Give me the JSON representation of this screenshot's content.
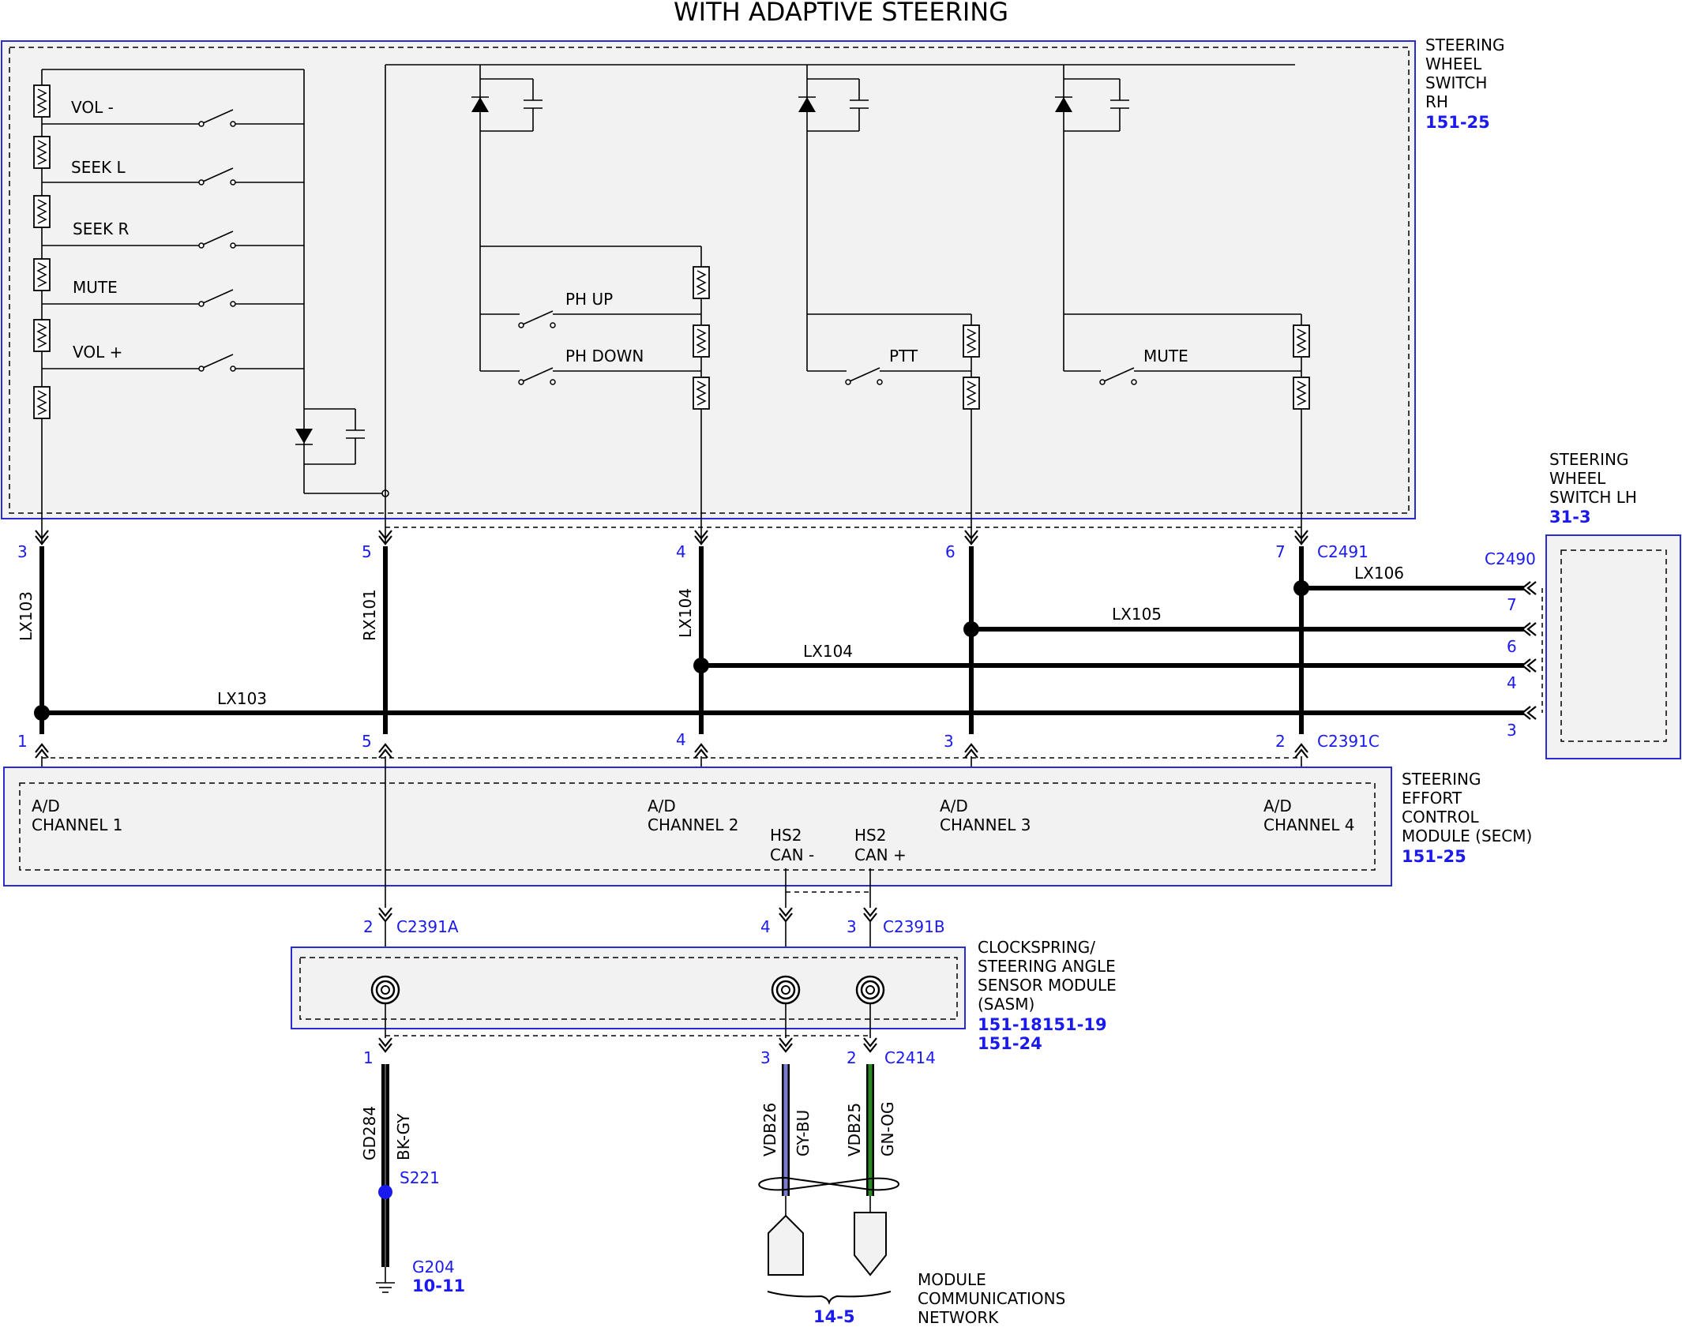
{
  "title": "WITH ADAPTIVE STEERING",
  "steering_wheel_switch_rh": {
    "name": [
      "STEERING",
      "WHEEL",
      "SWITCH",
      "RH"
    ],
    "ref": "151-25"
  },
  "steering_wheel_switch_lh": {
    "name": [
      "STEERING",
      "WHEEL",
      "SWITCH LH"
    ],
    "ref": "31-3"
  },
  "secm": {
    "name": [
      "STEERING",
      "EFFORT",
      "CONTROL",
      "MODULE (SECM)"
    ],
    "ref": "151-25"
  },
  "sasm": {
    "name": [
      "CLOCKSPRING/",
      "STEERING ANGLE",
      "SENSOR MODULE",
      "(SASM)"
    ],
    "refs": [
      "151-18151-19",
      "151-24"
    ]
  },
  "network": {
    "name": [
      "MODULE",
      "COMMUNICATIONS",
      "NETWORK"
    ],
    "ref": "14-5"
  },
  "switches": {
    "vol_minus": "VOL -",
    "seek_l": "SEEK L",
    "seek_r": "SEEK R",
    "mute_left": "MUTE",
    "vol_plus": "VOL +",
    "ph_up": "PH UP",
    "ph_down": "PH DOWN",
    "ptt": "PTT",
    "mute_right": "MUTE"
  },
  "connectors": {
    "c2491": "C2491",
    "c2490": "C2490",
    "c2391c": "C2391C",
    "c2391a": "C2391A",
    "c2391b": "C2391B",
    "c2414": "C2414"
  },
  "pins": {
    "c2491": [
      "3",
      "5",
      "4",
      "6",
      "7"
    ],
    "c2391c": [
      "1",
      "5",
      "4",
      "3",
      "2"
    ],
    "c2490": [
      "7",
      "6",
      "4",
      "3"
    ],
    "c2391a": "2",
    "c2391b": [
      "4",
      "3"
    ],
    "sasm_bottom": [
      "1",
      "3",
      "2"
    ]
  },
  "wires": {
    "lx103": "LX103",
    "rx101": "RX101",
    "lx104": "LX104",
    "lx105": "LX105",
    "lx106": "LX106",
    "gd284": "GD284",
    "bk_gy": "BK-GY",
    "vdb26": "VDB26",
    "gy_bu": "GY-BU",
    "vdb25": "VDB25",
    "gn_og": "GN-OG"
  },
  "secm_channels": {
    "ch1": [
      "A/D",
      "CHANNEL 1"
    ],
    "ch2": [
      "A/D",
      "CHANNEL 2"
    ],
    "ch3": [
      "A/D",
      "CHANNEL 3"
    ],
    "ch4": [
      "A/D",
      "CHANNEL 4"
    ],
    "can_minus": [
      "HS2",
      "CAN -"
    ],
    "can_plus": [
      "HS2",
      "CAN +"
    ]
  },
  "splice": "S221",
  "ground": {
    "name": "G204",
    "ref": "10-11"
  },
  "colors": {
    "border": "#2b2bd6",
    "pin": "#1a1aee",
    "gy_bu": "#7b7bd0",
    "gn_og": "#2a8a20",
    "splice": "#1a1aee"
  }
}
